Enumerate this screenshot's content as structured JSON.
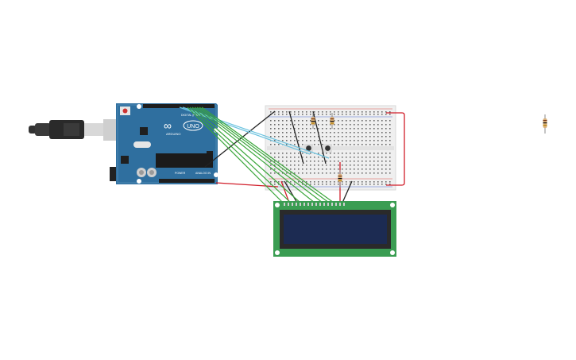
{
  "arduino": {
    "brand_text": "ARDUINO",
    "model_text": "UNO",
    "digital_text": "DIGITAL (PWM~)",
    "power_text": "POWER",
    "analog_text": "ANALOG IN"
  },
  "colors": {
    "canvas_bg": "#ffffff",
    "board_blue": "#2f6f9f",
    "breadboard": "#efefef",
    "lcd_pcb": "#3a9d52",
    "lcd_screen": "#1c2b52",
    "wire_green": "#3aa63a",
    "wire_cyan": "#6cc3df",
    "wire_black": "#222222",
    "wire_red": "#d11e2a"
  },
  "components": {
    "usb_cable": "usb-cable",
    "arduino": "arduino-uno",
    "breadboard": "breadboard",
    "pushbuttons": 2,
    "resistors_on_board": 3,
    "lcd": "lcd-16x2",
    "loose_resistor": "resistor"
  }
}
